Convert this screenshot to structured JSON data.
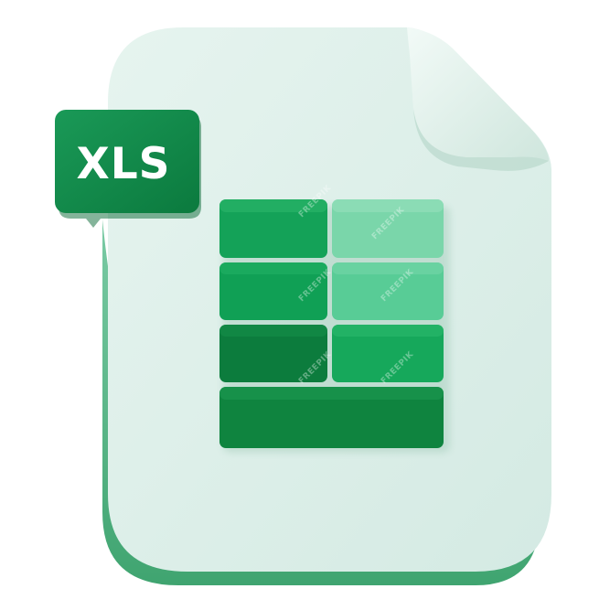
{
  "badge": {
    "label": "XLS"
  },
  "watermark": {
    "text": "FREEPIK"
  },
  "colors": {
    "background": "#ffffff",
    "document": "#dceee8",
    "document_shadow": "#2fa067",
    "badge": "#11884a",
    "badge_text": "#ffffff",
    "cell_dark": "#0c7c3d",
    "cell_mid": "#12a056",
    "cell_light": "#5ccf98",
    "cell_lighter": "#7ad6aa"
  },
  "grid": {
    "rows": 4,
    "columns": 2,
    "bottom_row_merged": true
  }
}
